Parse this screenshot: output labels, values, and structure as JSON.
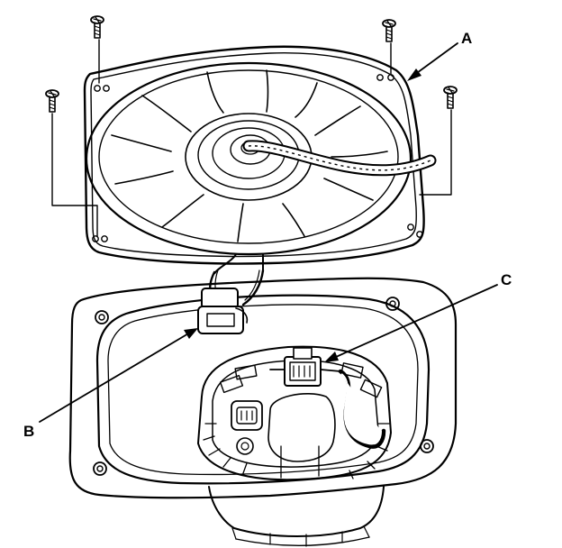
{
  "callouts": {
    "a": "A",
    "b": "B",
    "c": "C"
  },
  "icons": [
    "screw-icon",
    "speaker-icon",
    "speaker-housing-icon",
    "connector-icon"
  ],
  "colors": {
    "ink": "#000000",
    "paper": "#ffffff"
  }
}
